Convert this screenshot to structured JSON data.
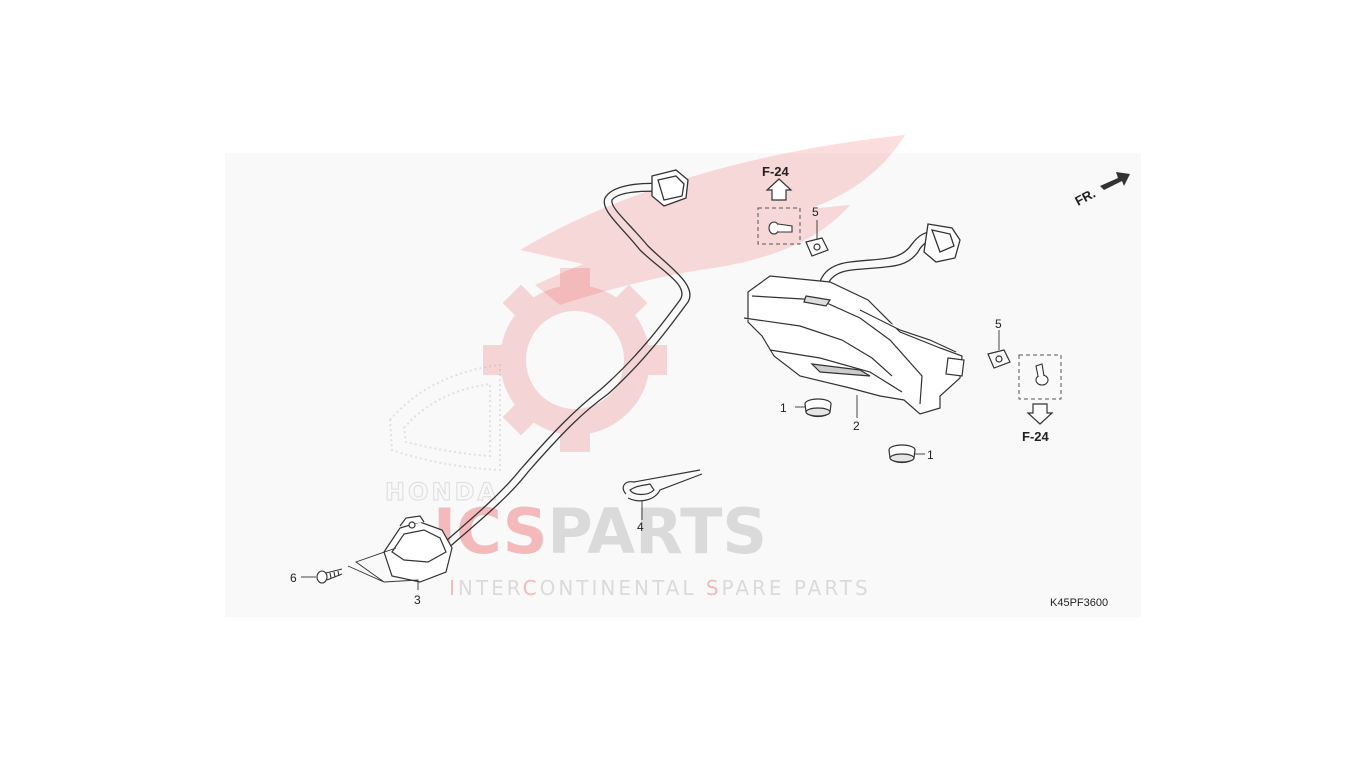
{
  "diagram": {
    "code": "K45PF3600",
    "front_marker": "FR.",
    "references": {
      "top": "F-24",
      "right": "F-24"
    },
    "callouts": {
      "c1_left": "1",
      "c1_right": "1",
      "c2": "2",
      "c3": "3",
      "c4": "4",
      "c5_top": "5",
      "c5_right": "5",
      "c6": "6"
    }
  },
  "watermark": {
    "brand_red": "ICS",
    "brand_gray": "PARTS",
    "tagline": {
      "p1": "I",
      "p2": "NTER",
      "p3": "C",
      "p4": "ONTINENTAL ",
      "p5": "S",
      "p6": "PARE PARTS"
    },
    "logo_text": "HONDA",
    "colors": {
      "red": "#e8343b",
      "gray": "#b7b7b7"
    }
  }
}
